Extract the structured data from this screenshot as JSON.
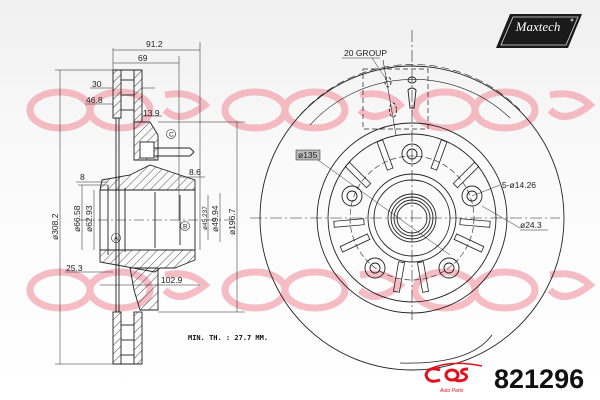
{
  "brand": {
    "logo_text": "Maxtech",
    "logo_mark": "®",
    "watermark_text": "gos",
    "watermark_sub": "Auto Parts",
    "watermark_color": "#f2a6b0",
    "gos_logo_color": "#e0121f"
  },
  "part_number": "821296",
  "notes": {
    "min_thickness": "MIN. TH. : 27.7 MM.",
    "group": "20 GROUP"
  },
  "dimensions": {
    "side_view": {
      "overall_width": "91.2",
      "hub_width": "69",
      "d30": "30",
      "d46_8": "46.8",
      "d13_9": "13.9",
      "d8": "8",
      "d8_6": "8.6",
      "d25_3": "25.3",
      "d102_9": "102.9",
      "dia_outer": "ø308.2",
      "dia_66_58": "ø66.58",
      "dia_62_93": "ø62.93",
      "dia_45_237": "ø45.237",
      "dia_49_94": "ø49.94",
      "dia_196_7": "ø196.7",
      "label_a": "A",
      "label_b": "B",
      "label_c": "C"
    },
    "front_view": {
      "bolt_circle": "ø135",
      "bolt_holes": "5-ø14.26",
      "hole_dia": "ø24.3"
    }
  }
}
